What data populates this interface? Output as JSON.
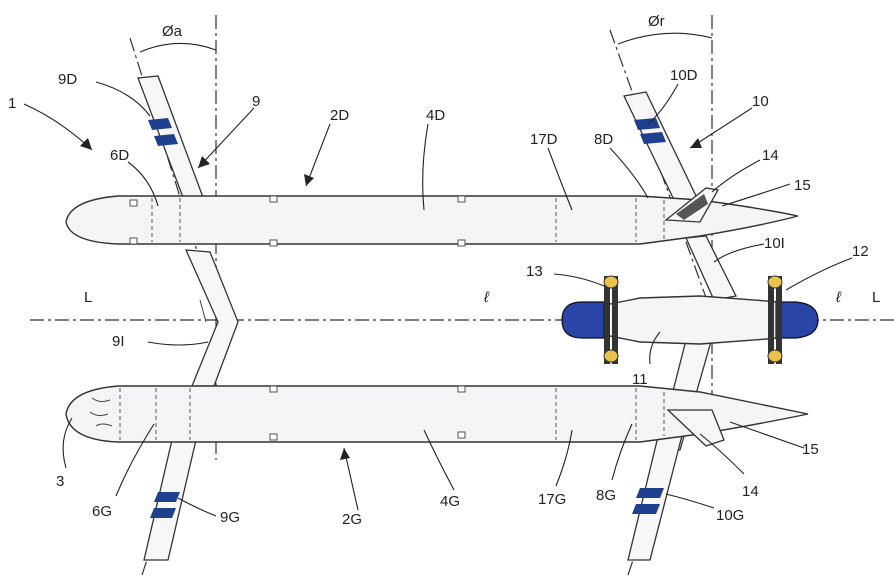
{
  "labels": {
    "angle_a": "Øa",
    "angle_r": "Ør",
    "l1": "1",
    "l9D": "9D",
    "l9": "9",
    "l2D": "2D",
    "l4D": "4D",
    "l17D": "17D",
    "l8D": "8D",
    "l10D": "10D",
    "l10": "10",
    "l6D": "6D",
    "l14a": "14",
    "l15a": "15",
    "l10I": "10I",
    "l12": "12",
    "l13": "13",
    "lL_left": "L",
    "l_ell_left": "ℓ",
    "l_ell_right": "ℓ",
    "lL_right": "L",
    "l9I": "9I",
    "l11": "11",
    "l3": "3",
    "l6G": "6G",
    "l9G": "9G",
    "l2G": "2G",
    "l4G": "4G",
    "l17G": "17G",
    "l8G": "8G",
    "l10G": "10G",
    "l14b": "14",
    "l15b": "15"
  },
  "colors": {
    "stripe": "#1f3f8f",
    "motor": "#2a45a8"
  }
}
